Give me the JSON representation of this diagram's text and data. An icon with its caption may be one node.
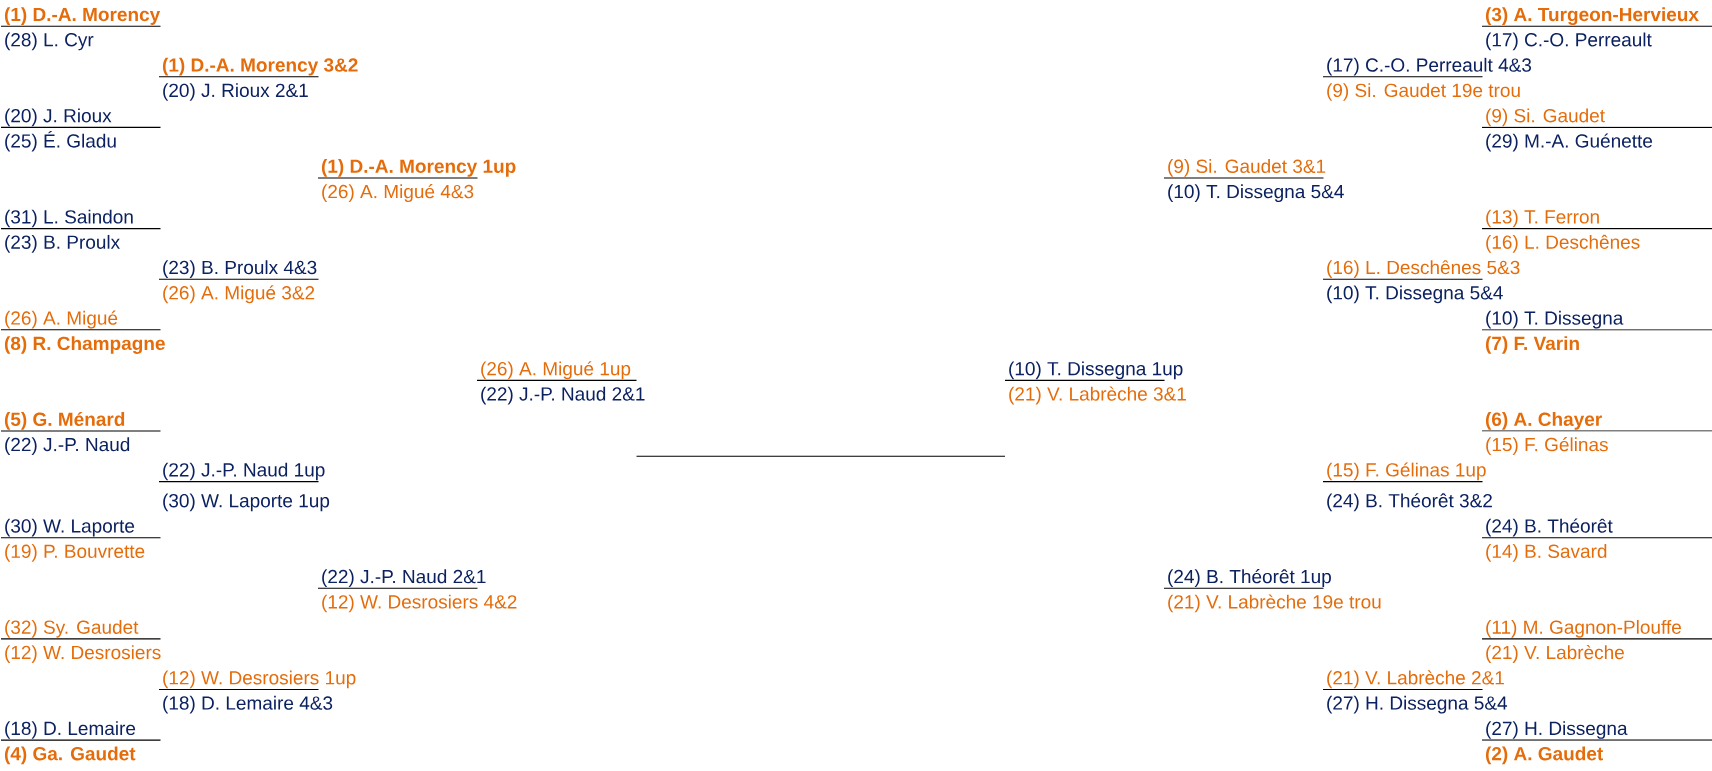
{
  "diagram": {
    "labels": [
      "(1) D.-A. Morency",
      "(3) A. Turgeon-Hervieux",
      "(28) L. Cyr",
      "(17) C.-O. Perreault",
      "(1) D.-A. Morency 3&2",
      "(17) C.-O. Perreault 4&3",
      "(20) J. Rioux 2&1",
      "(9) Si. Gaudet 19e trou",
      "(20) J. Rioux",
      "(9) Si. Gaudet",
      "(25) É. Gladu",
      "(29) M.-A. Guénette",
      "(1) D.-A. Morency 1up",
      "(9) Si. Gaudet 3&1",
      "(26) A. Migué 4&3",
      "(10) T. Dissegna 5&4",
      "(31) L. Saindon",
      "(13) T. Ferron",
      "(23) B. Proulx",
      "(16) L. Deschênes",
      "(23) B. Proulx 4&3",
      "(16) L. Deschênes 5&3",
      "(26) A. Migué 3&2",
      "(10) T. Dissegna 5&4",
      "(26) A. Migué",
      "(10) T. Dissegna",
      "(8) R. Champagne",
      "(7) F. Varin",
      "(26) A. Migué 1up",
      "(10) T. Dissegna 1up",
      "(22) J.-P. Naud 2&1",
      "(21) V. Labrèche 3&1",
      "(5) G. Ménard",
      "(6) A. Chayer",
      "(22) J.-P. Naud",
      "(15) F. Gélinas",
      "(22) J.-P. Naud 1up",
      "(15) F. Gélinas 1up",
      "(30) W. Laporte 1up",
      "(24) B. Théorêt 3&2",
      "(30) W. Laporte",
      "(24) B. Théorêt",
      "(19) P. Bouvrette",
      "(14) B. Savard",
      "(22) J.-P. Naud 2&1",
      "(24) B. Théorêt 1up",
      "(12) W. Desrosiers 4&2",
      "(21) V. Labrèche 19e trou",
      "(32) Sy. Gaudet",
      "(11) M. Gagnon-Plouffe",
      "(12) W. Desrosiers",
      "(21) V. Labrèche",
      "(12) W. Desrosiers 1up",
      "(21) V. Labrèche 2&1",
      "(18) D. Lemaire 4&3",
      "(27) H. Dissegna 5&4",
      "(18) D. Lemaire",
      "(27) H. Dissegna",
      "(4) Ga. Gaudet",
      "(2) A. Gaudet"
    ]
  }
}
